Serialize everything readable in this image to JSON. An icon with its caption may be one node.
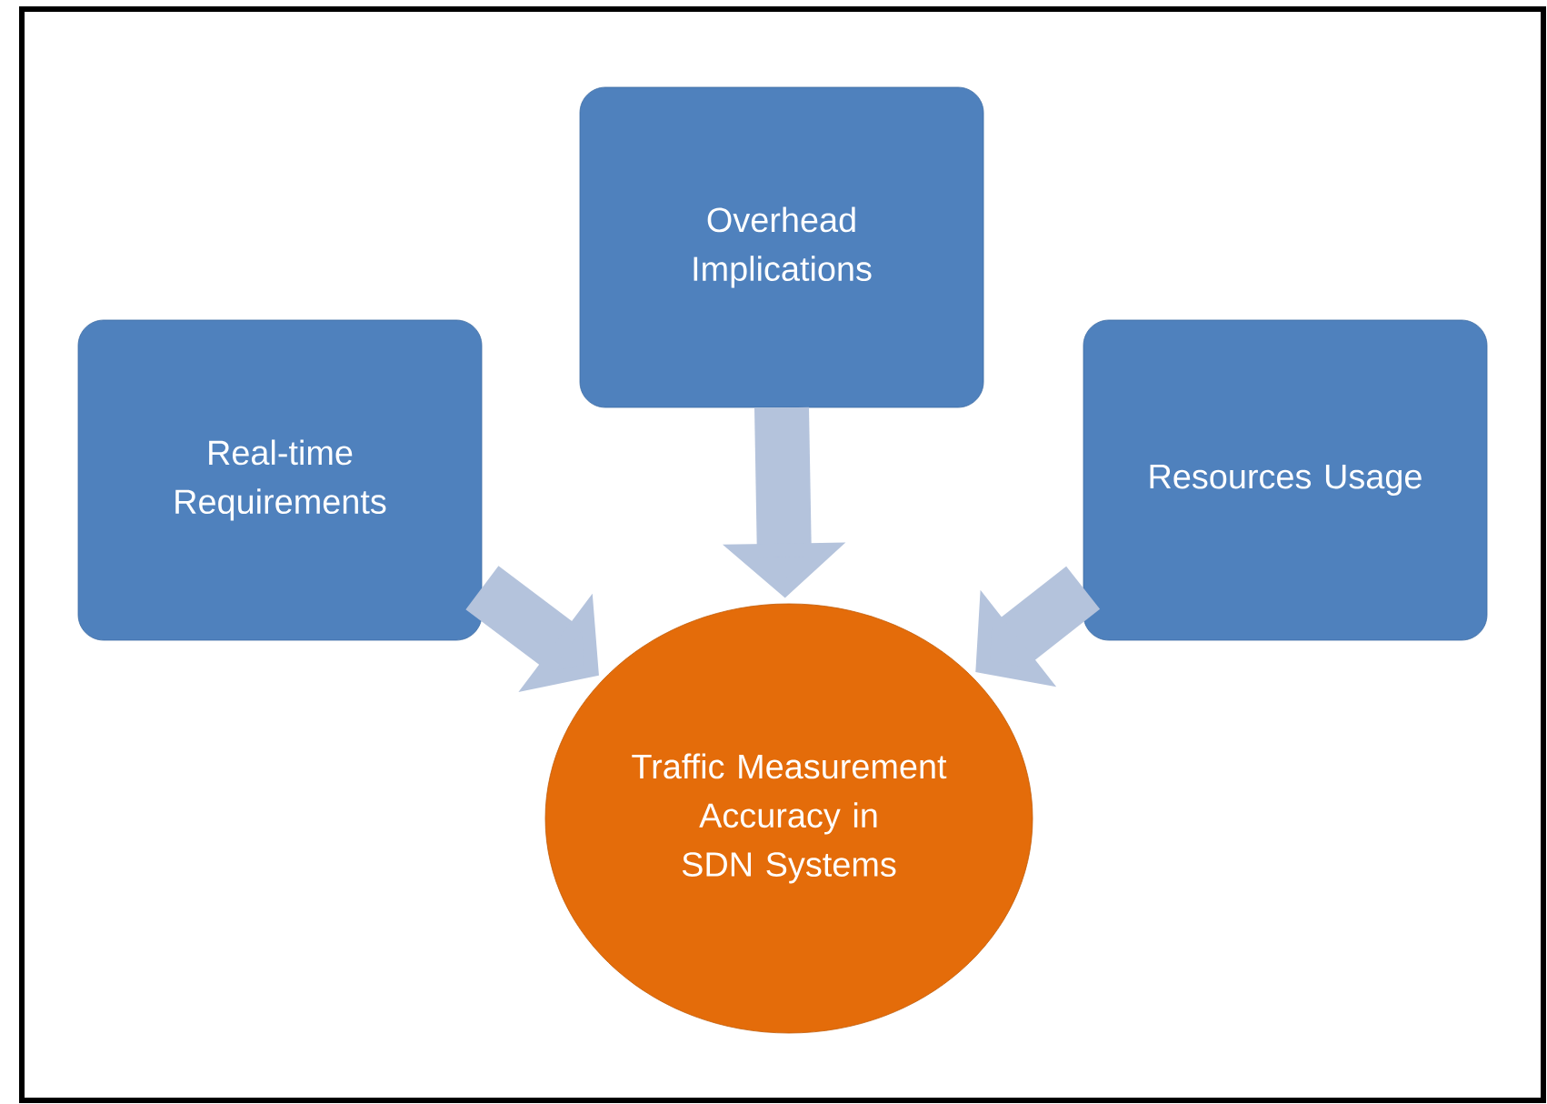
{
  "diagram": {
    "nodes": [
      {
        "text": [
          "Real-time Requirements"
        ]
      },
      {
        "text": [
          "Overhead Implications"
        ]
      },
      {
        "text": [
          "Resources Usage"
        ]
      },
      {
        "text": [
          "Traffic Measurement Accuracy in SDN Systems"
        ]
      }
    ],
    "edges": [
      {
        "from": 0,
        "to": 3,
        "arrow": "to"
      },
      {
        "from": 1,
        "to": 3,
        "arrow": "to"
      },
      {
        "from": 2,
        "to": 3,
        "arrow": "to"
      }
    ]
  }
}
